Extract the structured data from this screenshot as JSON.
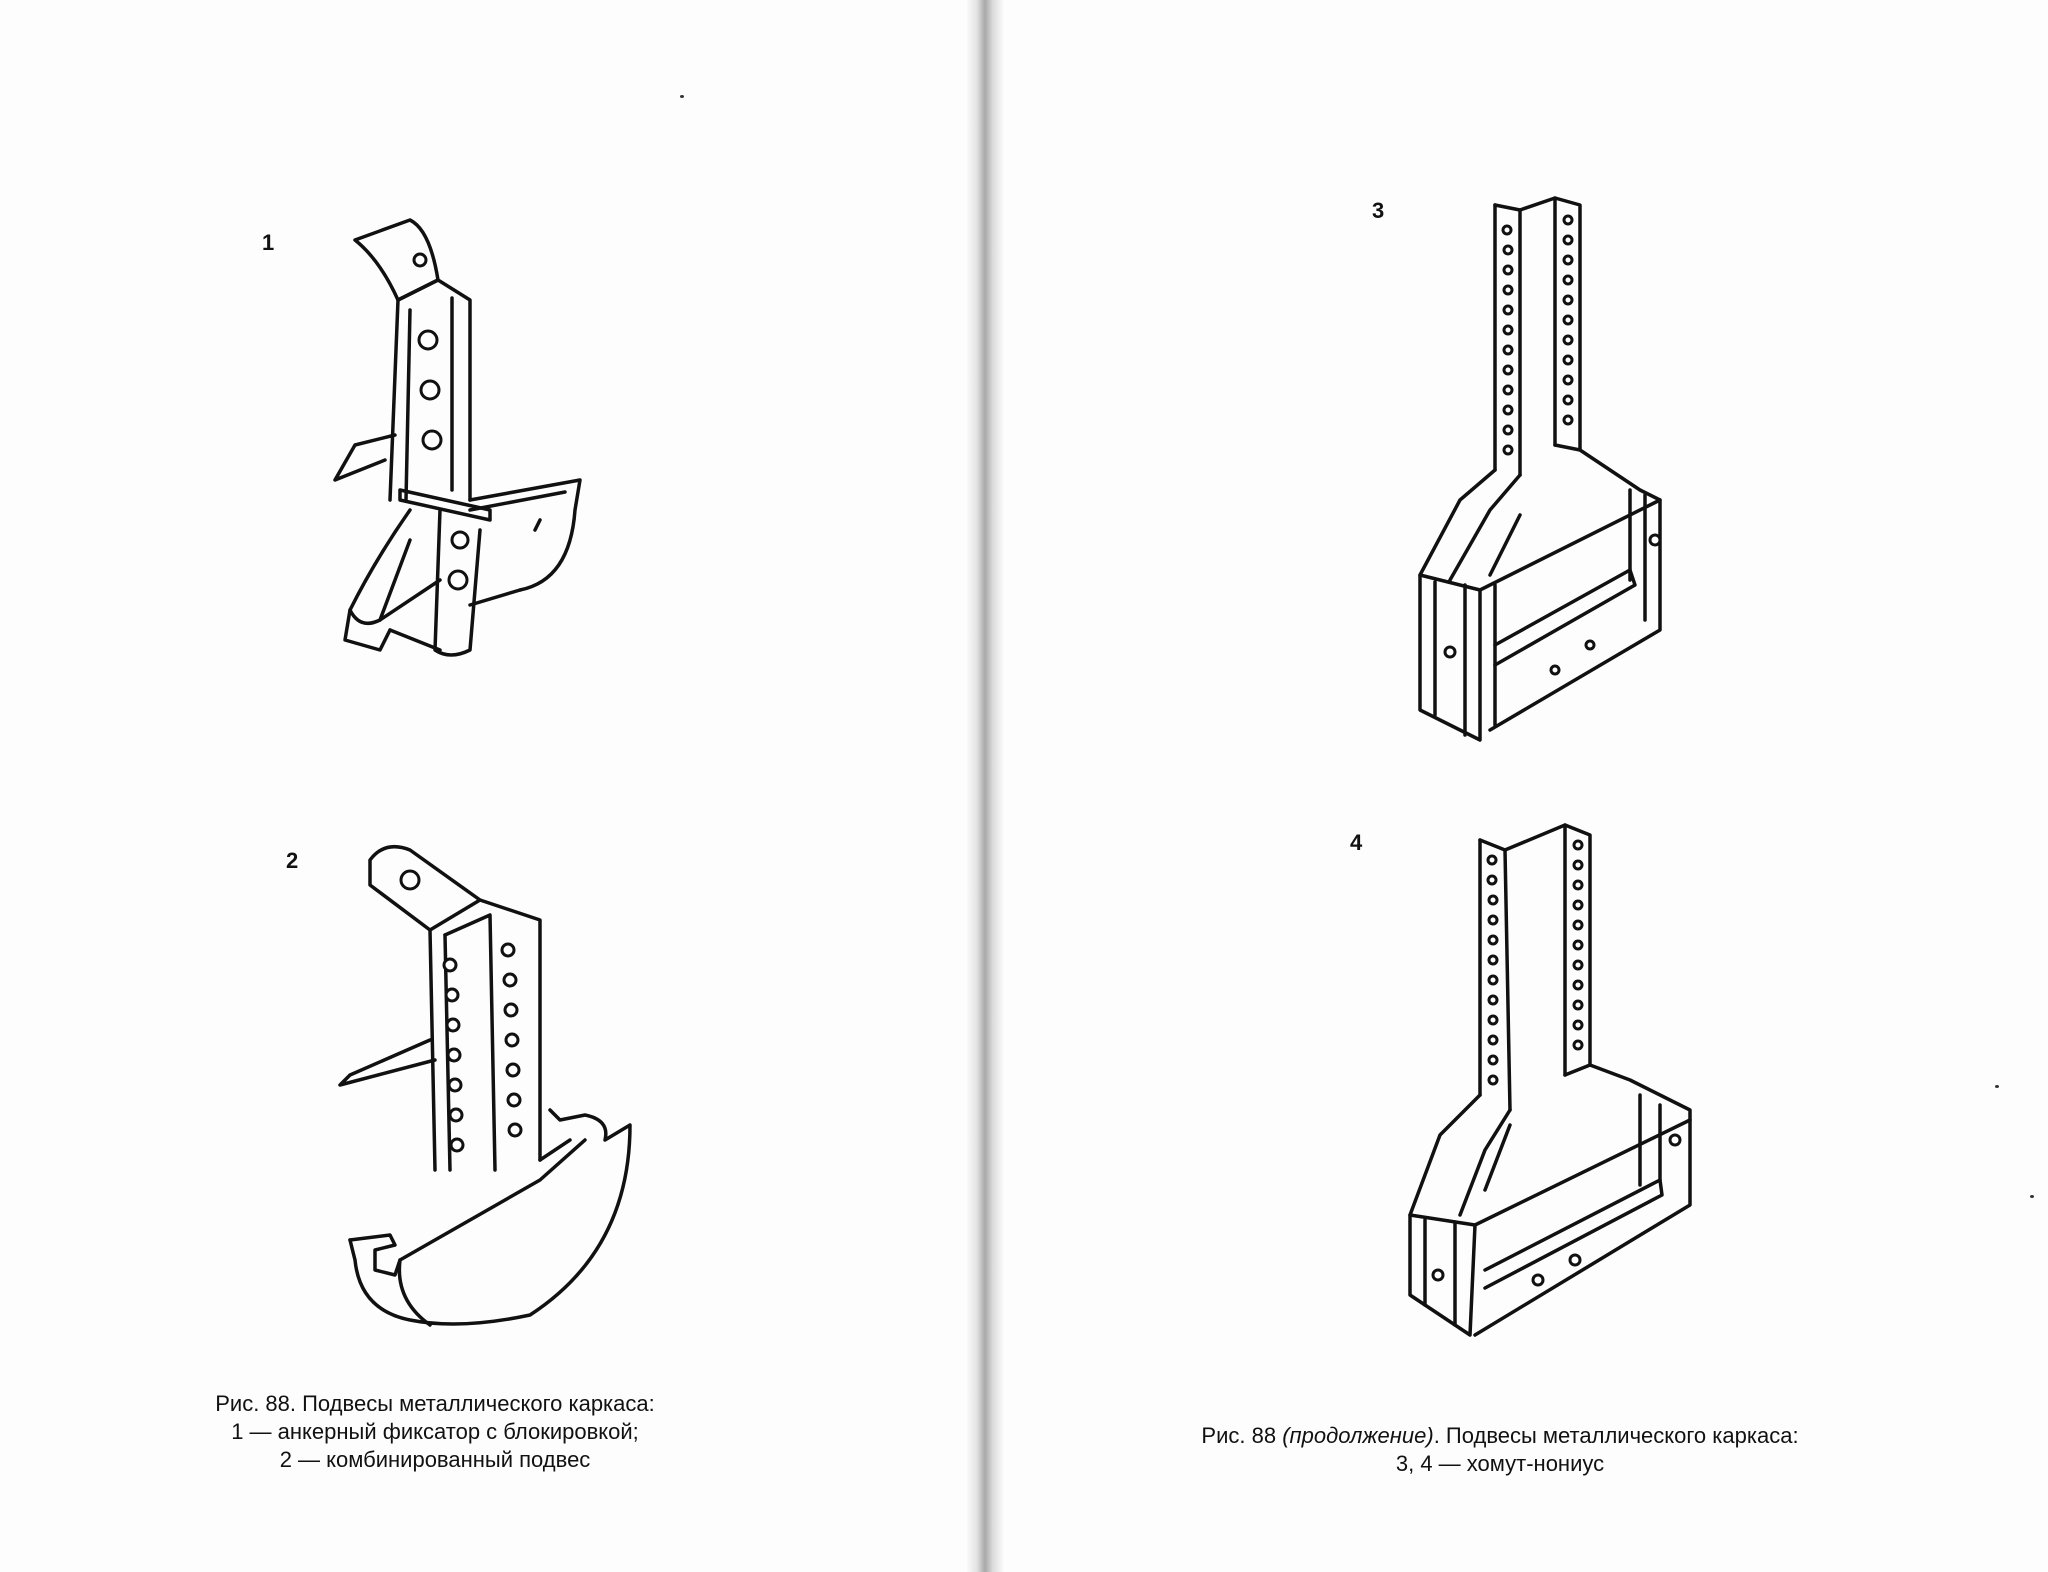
{
  "figure_labels": {
    "fig1": "1",
    "fig2": "2",
    "fig3": "3",
    "fig4": "4"
  },
  "caption_left": {
    "line1": "Рис. 88. Подвесы металлического каркаса:",
    "line2": "1 — анкерный фиксатор с блокировкой;",
    "line3": "2 — комбинированный подвес"
  },
  "caption_right": {
    "prefix": "Рис. 88 ",
    "italic": "(продолжение)",
    "suffix": ". Подвесы металлического каркаса:",
    "line2": "3, 4 — хомут-нониус"
  }
}
